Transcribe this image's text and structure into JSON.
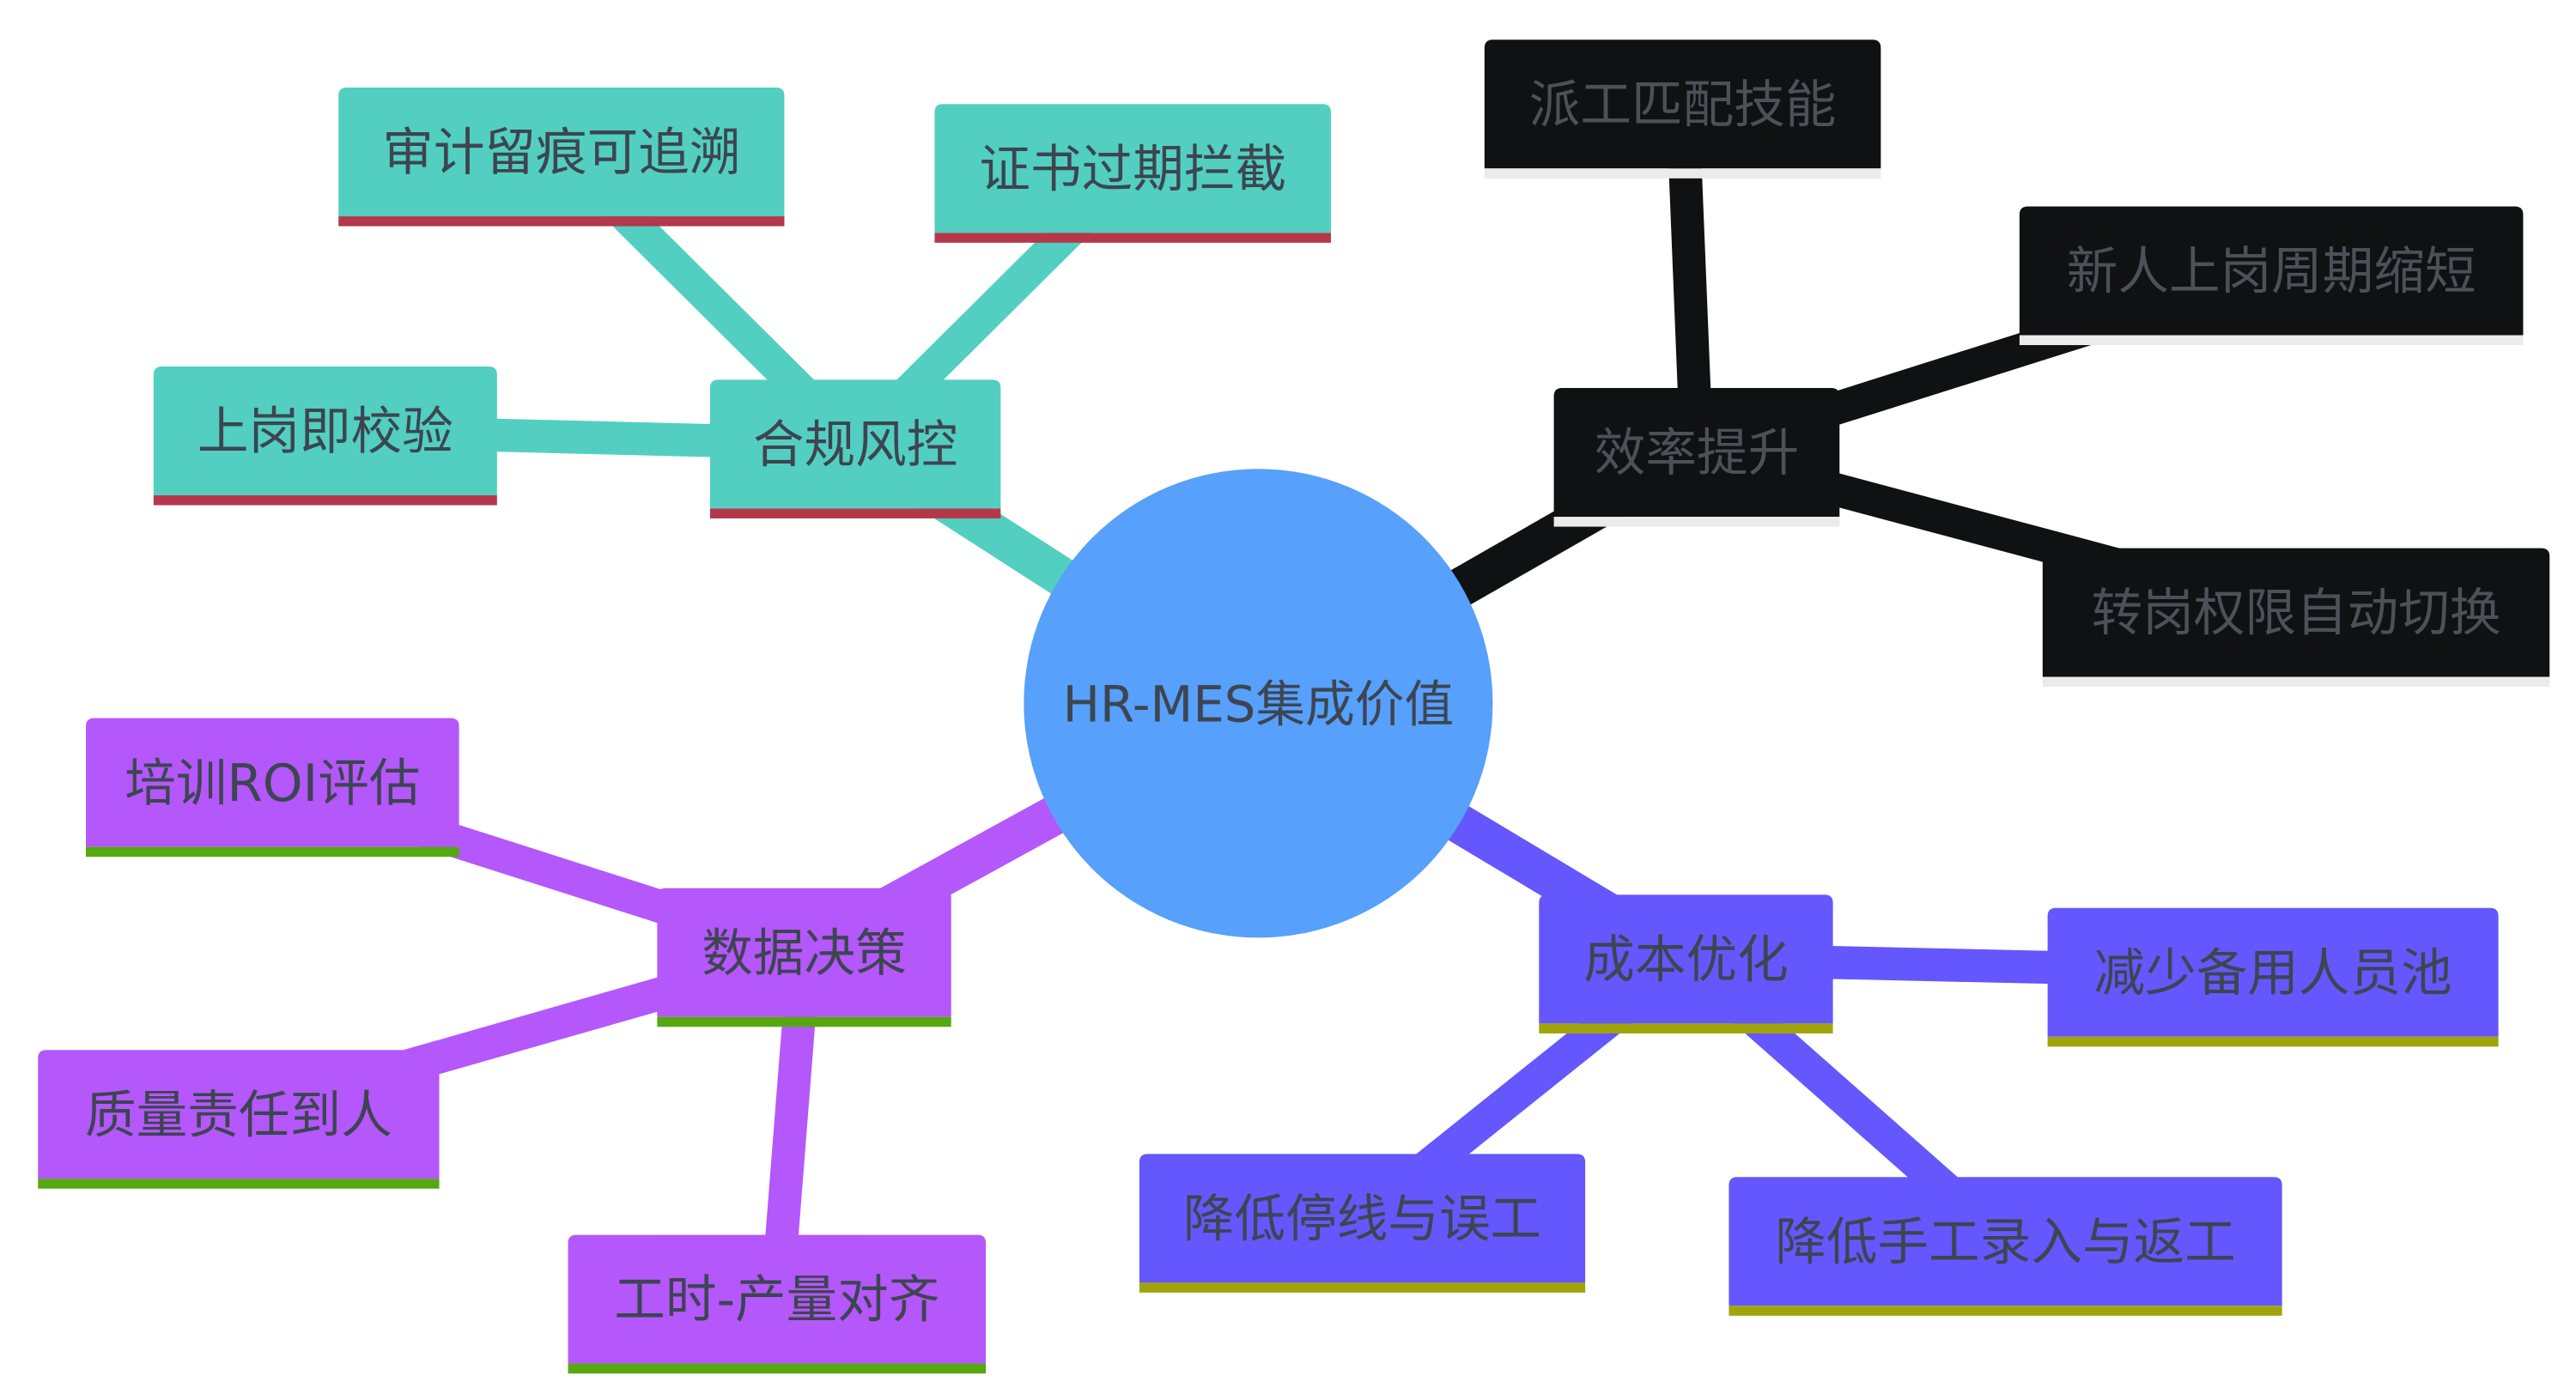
{
  "root": {
    "label": "HR-MES集成价值",
    "color": "#57a0fb",
    "text_color": "#3d4550"
  },
  "branches": [
    {
      "label": "合规风控",
      "fill": "#52cfc0",
      "underline": "#b5384a",
      "text_color": "#3d4550",
      "children": [
        "审计留痕可追溯",
        "证书过期拦截",
        "上岗即校验"
      ]
    },
    {
      "label": "效率提升",
      "fill": "#0f1113",
      "underline": "#ecebe9",
      "text_color": "#4a5158",
      "children": [
        "派工匹配技能",
        "新人上岗周期缩短",
        "转岗权限自动切换"
      ]
    },
    {
      "label": "数据决策",
      "fill": "#b457fb",
      "underline": "#55a80f",
      "text_color": "#3d4550",
      "children": [
        "培训ROI评估",
        "质量责任到人",
        "工时-产量对齐"
      ]
    },
    {
      "label": "成本优化",
      "fill": "#6457fd",
      "underline": "#a0a40a",
      "text_color": "#3d4550",
      "children": [
        "减少备用人员池",
        "降低停线与误工",
        "降低手工录入与返工"
      ]
    }
  ]
}
